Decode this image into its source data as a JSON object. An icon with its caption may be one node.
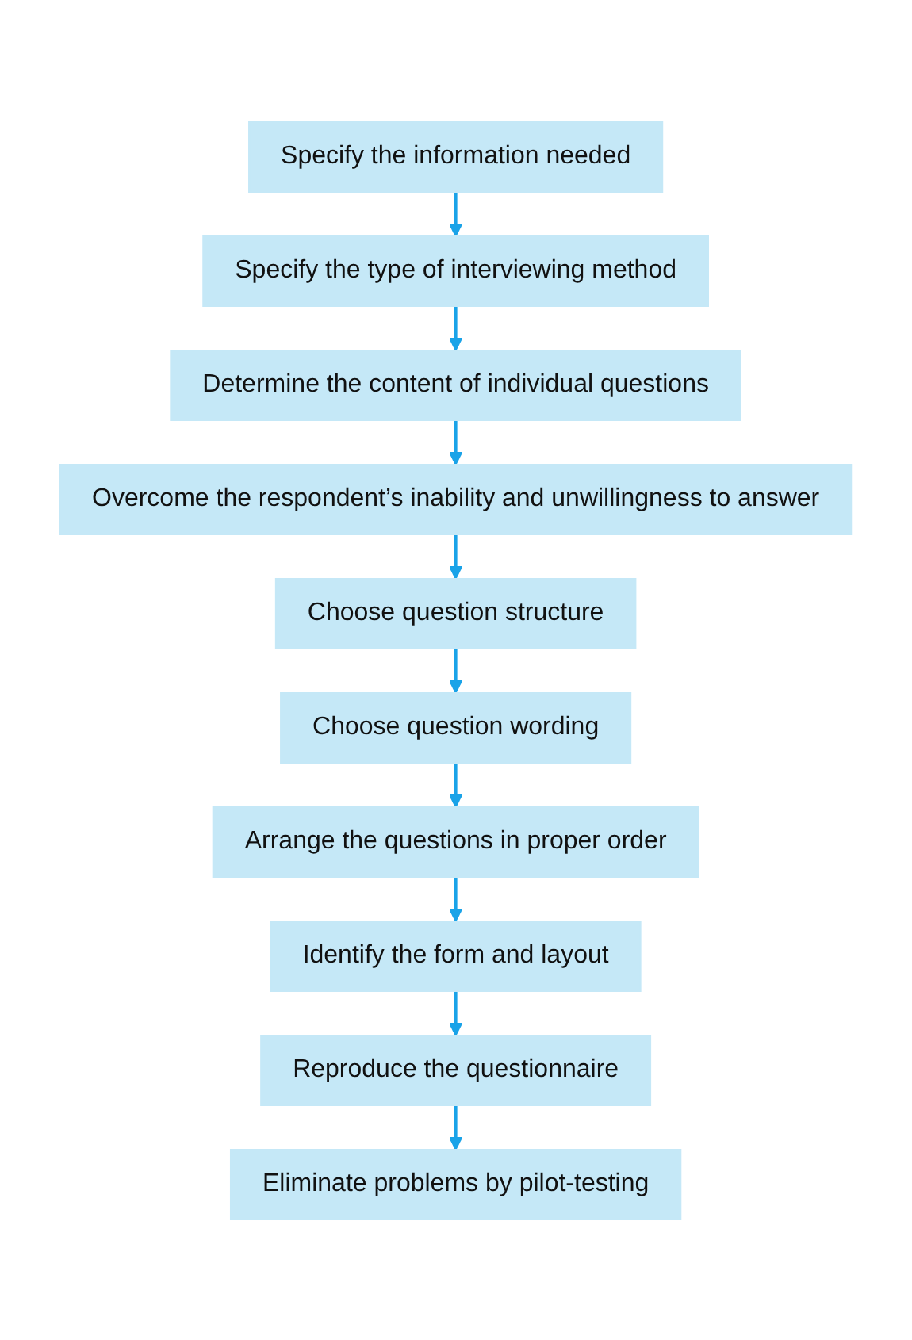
{
  "diagram": {
    "nodes": [
      {
        "text": [
          "Specify the information needed"
        ]
      },
      {
        "text": [
          "Specify the type of interviewing method"
        ]
      },
      {
        "text": [
          "Determine the content of individual questions"
        ]
      },
      {
        "text": [
          "Overcome the respondent’s inability and unwillingness to answer"
        ]
      },
      {
        "text": [
          "Choose question structure"
        ]
      },
      {
        "text": [
          "Choose question wording"
        ]
      },
      {
        "text": [
          "Arrange the questions in proper order"
        ]
      },
      {
        "text": [
          "Identify the form and layout"
        ]
      },
      {
        "text": [
          "Reproduce the questionnaire"
        ]
      },
      {
        "text": [
          "Eliminate problems by pilot-testing"
        ]
      }
    ],
    "edges": [
      {
        "from": 0,
        "to": 1,
        "arrow": "to"
      },
      {
        "from": 1,
        "to": 2,
        "arrow": "to"
      },
      {
        "from": 2,
        "to": 3,
        "arrow": "to"
      },
      {
        "from": 3,
        "to": 4,
        "arrow": "to"
      },
      {
        "from": 4,
        "to": 5,
        "arrow": "to"
      },
      {
        "from": 5,
        "to": 6,
        "arrow": "to"
      },
      {
        "from": 6,
        "to": 7,
        "arrow": "to"
      },
      {
        "from": 7,
        "to": 8,
        "arrow": "to"
      },
      {
        "from": 8,
        "to": 9,
        "arrow": "to"
      }
    ]
  }
}
